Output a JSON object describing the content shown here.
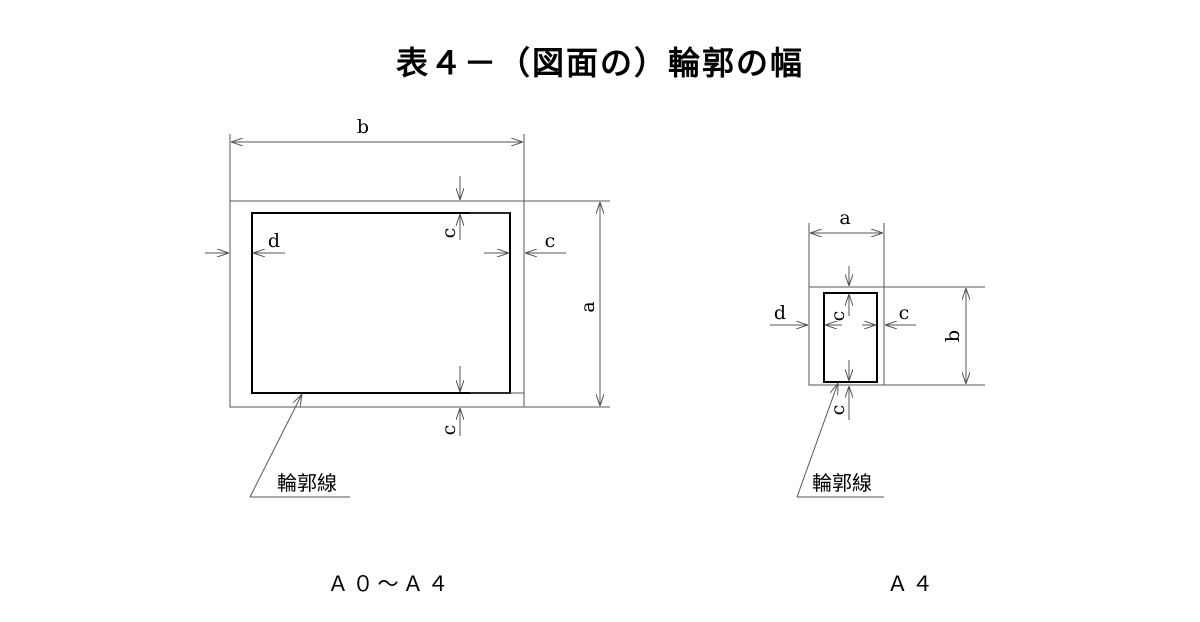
{
  "title": "表４－（図面の）輪郭の幅",
  "colors": {
    "line": "#555555",
    "frame": "#000000",
    "background": "#ffffff"
  },
  "large": {
    "dim_b": "b",
    "dim_a": "a",
    "dim_c_top": "c",
    "dim_c_right": "c",
    "dim_c_bottom": "c",
    "dim_d": "d",
    "leader": "輪郭線",
    "caption": "Ａ０～Ａ４"
  },
  "small": {
    "dim_a": "a",
    "dim_b": "b",
    "dim_c_top": "c",
    "dim_c_right": "c",
    "dim_c_bottom": "c",
    "dim_d": "d",
    "leader": "輪郭線",
    "caption": "Ａ４"
  }
}
